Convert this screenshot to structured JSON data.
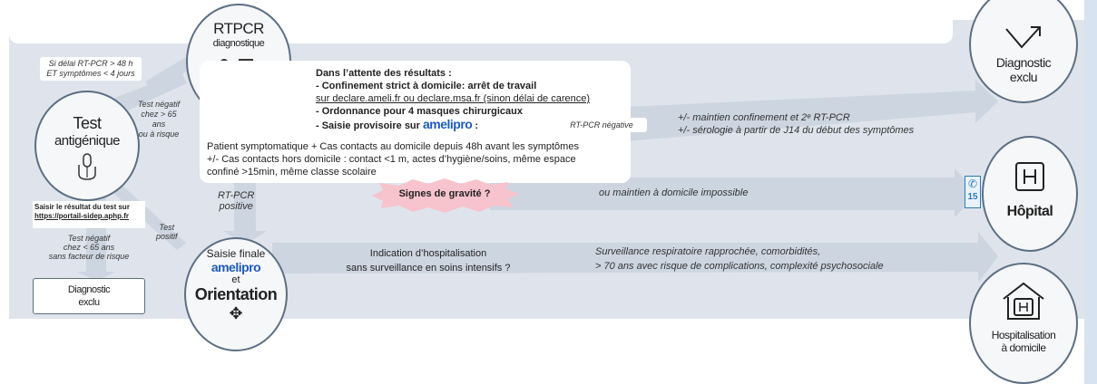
{
  "colors": {
    "band": "#dfe4ec",
    "arrow": "#cdd5e0",
    "circle_border": "#5c6f83",
    "ameli_blue": "#1d5bbd",
    "gravity_red": "#f7c3cc"
  },
  "rtpcr": {
    "title": "RTPCR",
    "subtitle": "diagnostique",
    "icon": "flask-icon"
  },
  "test": {
    "title": "Test",
    "subtitle": "antigénique",
    "icon": "test-icon"
  },
  "saisie": {
    "line1": "Saisie finale",
    "brand": "amelipro",
    "line2": "et",
    "line3": "Orientation",
    "icon": "move-arrows-icon"
  },
  "left_notes": {
    "delay": [
      "Si délai RT-PCR > 48 h",
      "ET symptômes < 4 jours"
    ],
    "neg_over65": [
      "Test négatif",
      "chez > 65 ans",
      "ou à risque"
    ],
    "neg_under65": [
      "Test négatif",
      "chez < 65 ans",
      "sans facteur de risque"
    ],
    "positive": [
      "Test",
      "positif"
    ],
    "rtpcr_positive": [
      "RT-PCR",
      "positive"
    ]
  },
  "saisir": {
    "line1": "Saisir le résultat du test sur",
    "link": "https://portail-sidep.aphp.fr"
  },
  "diag_small": {
    "line1": "Diagnostic",
    "line2": "exclu"
  },
  "info": {
    "heading": "Dans l’attente des résultats :",
    "l1": "- Confinement strict à domicile: arrêt de travail",
    "l2": "sur declare.ameli.fr ou declare.msa.fr (sinon délai de carence)",
    "l3": "- Ordonnance pour 4 masques chirurgicaux",
    "l4_prefix": "- Saisie provisoire sur",
    "l4_brand": "amelipro",
    "l4_suffix": ":",
    "l5": "Patient symptomatique + Cas contacts au domicile depuis 48h avant les symptômes",
    "l6": "+/-  Cas contacts hors domicile : contact <1 m, actes d’hygiène/soins, même espace",
    "l7": "confiné >15min, même classe scolaire"
  },
  "rtpcr_negative": "RT-PCR négative",
  "negative_notes": [
    "+/- maintien confinement et 2ᵉ RT-PCR",
    "+/- sérologie à partir de J14 du début des symptômes"
  ],
  "gravity": "Signes de gravité ?",
  "home_impossible": "ou maintien à domicile impossible",
  "hosp_question": [
    "Indication d’hospitalisation",
    "sans surveillance en soins intensifs ?"
  ],
  "surveillance": [
    "Surveillance respiratoire rapprochée, comorbidités,",
    "> 70 ans avec risque de complications, complexité psychosociale"
  ],
  "outcomes": {
    "diag": {
      "line1": "Diagnostic",
      "line2": "exclu",
      "icon": "trend-arrow-icon"
    },
    "hopital": {
      "label": "Hôpital",
      "icon": "hospital-icon"
    },
    "domicile": {
      "line1": "Hospitalisation",
      "line2": "à domicile",
      "icon": "home-hospital-icon"
    },
    "phone": {
      "number": "15",
      "icon": "phone-icon"
    }
  }
}
